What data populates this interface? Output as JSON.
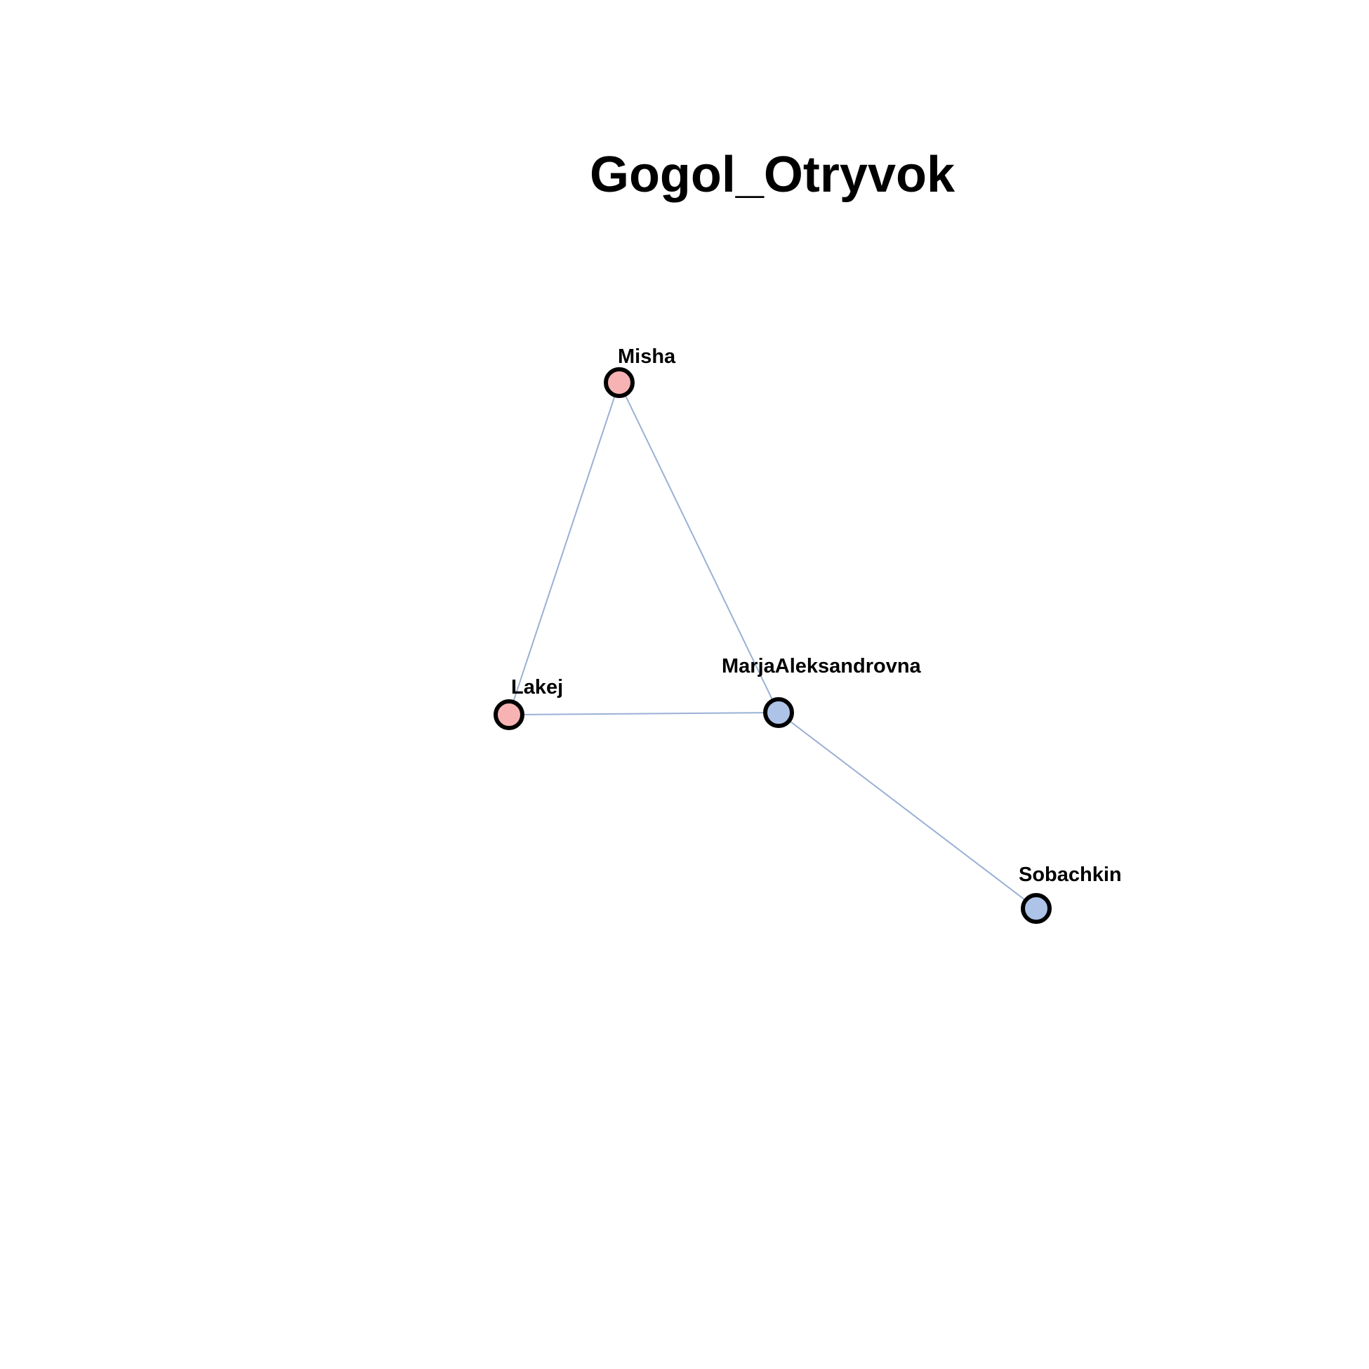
{
  "title": "Gogol_Otryvok",
  "colors": {
    "group_pink": "#f7b3b3",
    "group_blue": "#adc4e8",
    "edge": "#9ab0d4",
    "node_outline": "#000000"
  },
  "nodes": [
    {
      "id": "Misha",
      "label": "Misha",
      "color": "#f7b3b3"
    },
    {
      "id": "Lakej",
      "label": "Lakej",
      "color": "#f7b3b3"
    },
    {
      "id": "MarjaAleksandrovna",
      "label": "MarjaAleksandrovna",
      "color": "#adc4e8"
    },
    {
      "id": "Sobachkin",
      "label": "Sobachkin",
      "color": "#adc4e8"
    }
  ],
  "edges": [
    {
      "source": "Misha",
      "target": "Lakej"
    },
    {
      "source": "Misha",
      "target": "MarjaAleksandrovna"
    },
    {
      "source": "Lakej",
      "target": "MarjaAleksandrovna"
    },
    {
      "source": "MarjaAleksandrovna",
      "target": "Sobachkin"
    }
  ]
}
